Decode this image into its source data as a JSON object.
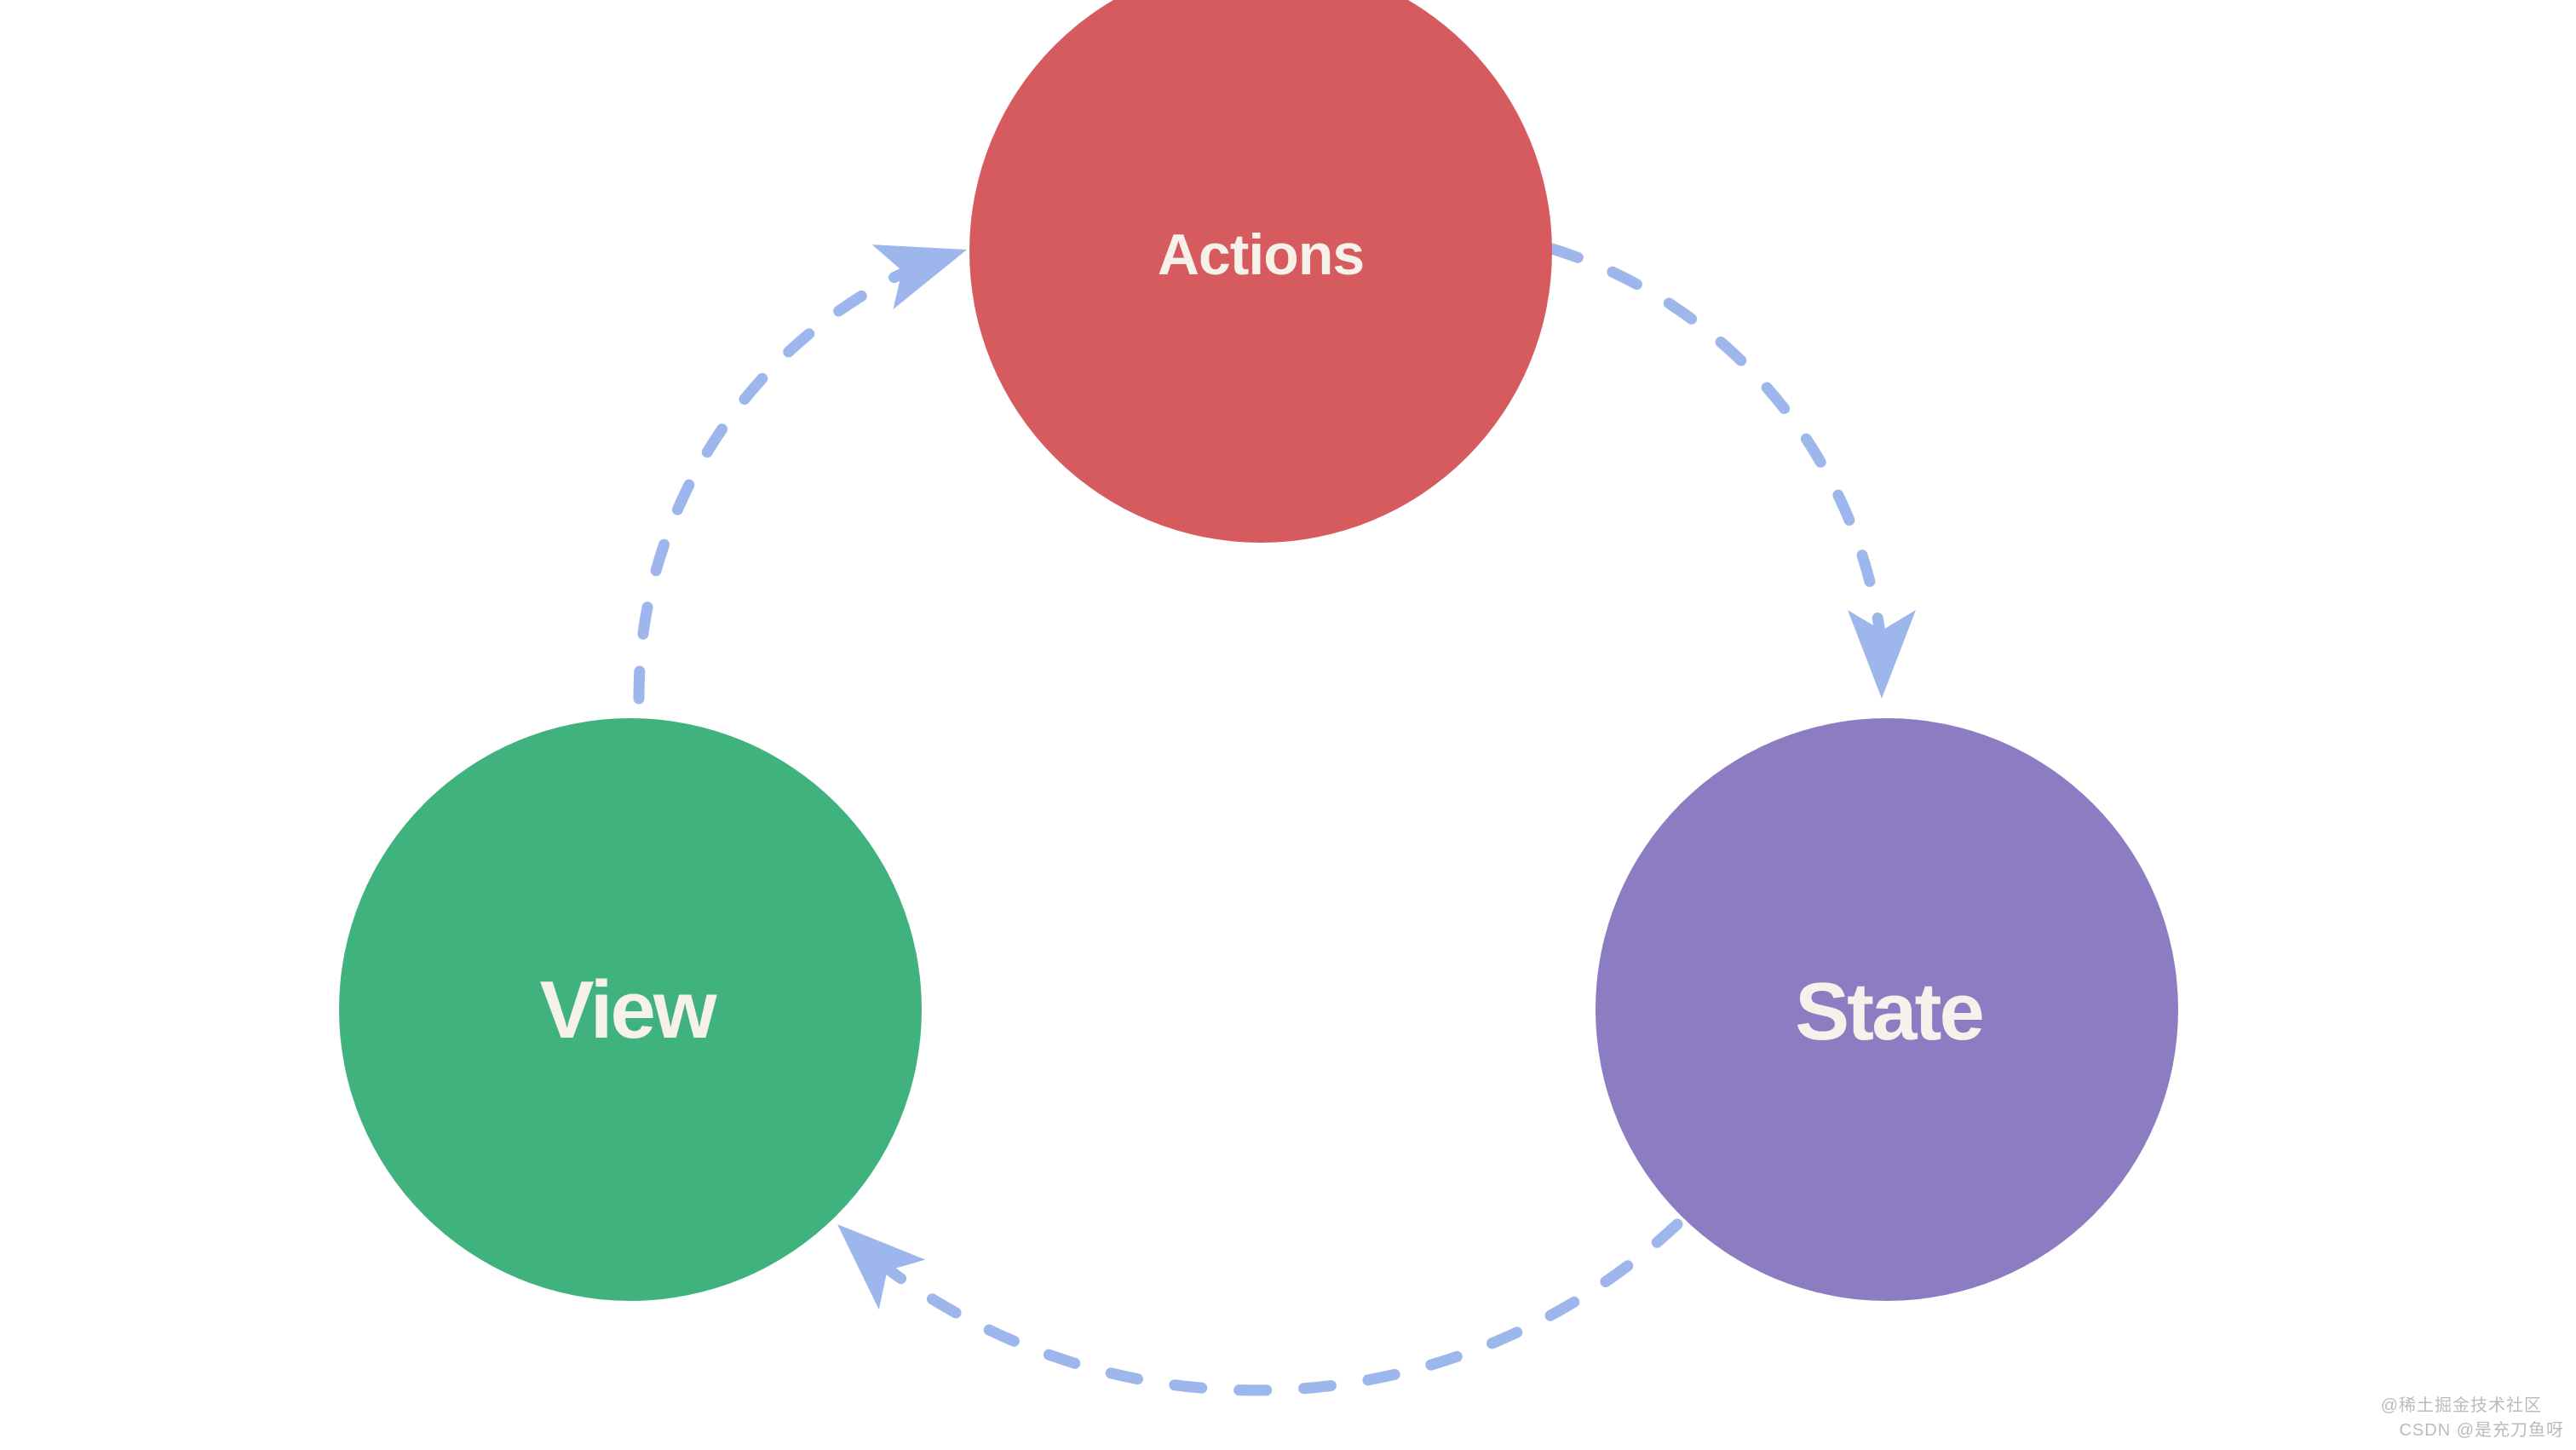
{
  "diagram": {
    "type": "cycle-flow-diagram",
    "nodes": [
      {
        "id": "actions",
        "label": "Actions",
        "color": "#d65b5f",
        "label_color": "#f6f1ea"
      },
      {
        "id": "state",
        "label": "State",
        "color": "#8c7cc2",
        "label_color": "#f6f1ea"
      },
      {
        "id": "view",
        "label": "View",
        "color": "#40b27e",
        "label_color": "#f6f1ea"
      }
    ],
    "edges": [
      {
        "from": "view",
        "to": "actions",
        "style": "dashed-arc"
      },
      {
        "from": "actions",
        "to": "state",
        "style": "dashed-arc"
      },
      {
        "from": "state",
        "to": "view",
        "style": "dashed-arc"
      }
    ],
    "edge_style": {
      "color": "#9db6ec",
      "pattern": "dashed"
    }
  },
  "watermark": {
    "line1": "@稀土掘金技术社区",
    "line2": "CSDN @是充刀鱼呀"
  }
}
